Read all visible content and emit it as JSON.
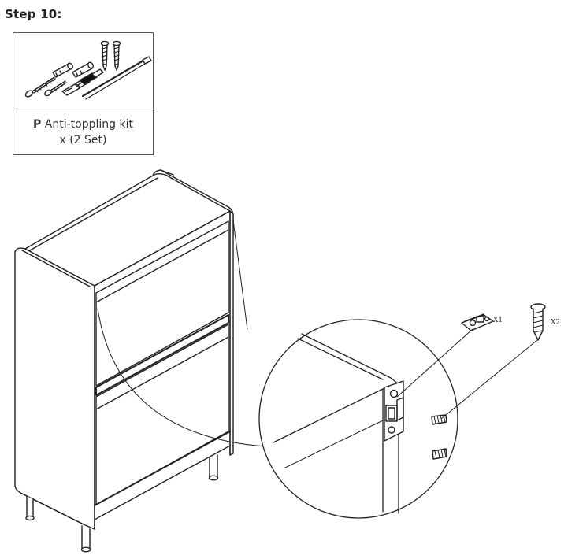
{
  "step": {
    "title": "Step 10:"
  },
  "parts_box": {
    "part_letter": "P",
    "part_name": "Anti-toppling kit",
    "quantity": "x (2 Set)"
  },
  "callouts": {
    "bracket_qty": "X1",
    "screw_qty": "X2"
  }
}
